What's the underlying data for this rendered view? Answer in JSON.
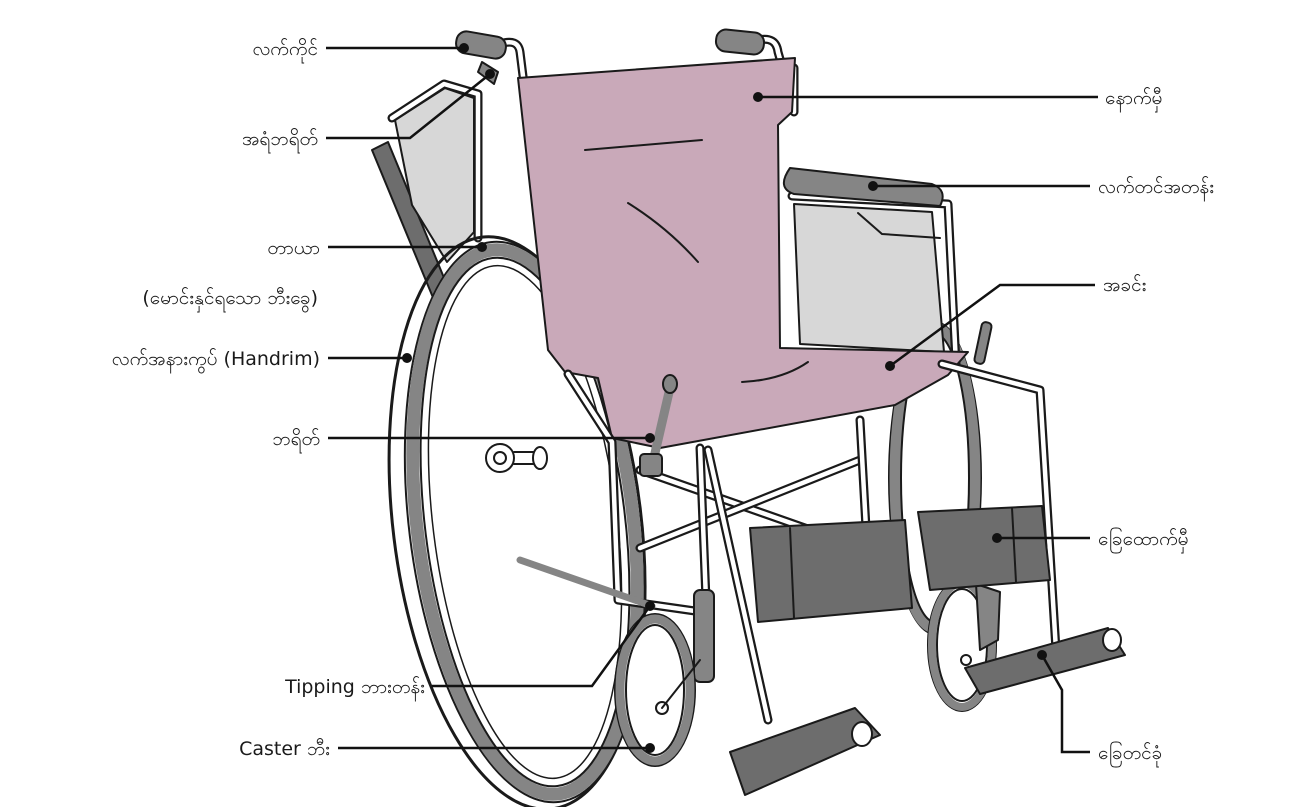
{
  "labels": {
    "hand_grip": "လက်ကိုင်",
    "assist_brake": "အရံဘရိတ်",
    "tire": "တာယာ",
    "tire_note": "(မောင်းနှင်ရသော ဘီးခွေ)",
    "handrim": "လက်အနားကွပ် (Handrim)",
    "brake": "ဘရိတ်",
    "tipping_bar": "Tipping ဘားတန်း",
    "caster": "Caster ဘီး",
    "backrest": "နောက်မှီ",
    "armrest": "လက်တင်အတန်း",
    "seat": "အခင်း",
    "leg_rest": "ခြေထောက်မှီ",
    "footplate": "ခြေတင်ခုံ"
  },
  "colors": {
    "seat_fabric": "#c9a9b9",
    "dark_gray": "#6d6d6d",
    "mid_gray": "#858585",
    "light_gray": "#d7d7d7"
  }
}
